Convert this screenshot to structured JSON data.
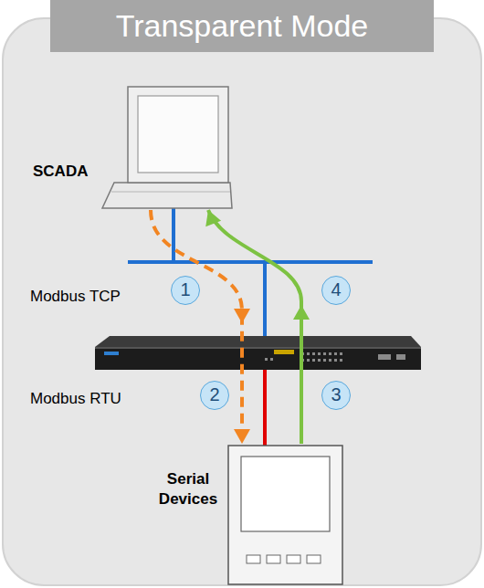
{
  "diagram": {
    "title": "Transparent Mode",
    "nodes": [
      {
        "text": [
          "SCADA"
        ]
      },
      {
        "text": [
          "Serial Devices"
        ]
      }
    ],
    "edges": [
      {
        "from": 0,
        "to": 1,
        "arrow": "to"
      },
      {
        "from": 1,
        "to": 0,
        "arrow": "to"
      }
    ],
    "labels": [
      "Modbus TCP",
      "Modbus RTU",
      "1",
      "2",
      "3",
      "4"
    ]
  }
}
